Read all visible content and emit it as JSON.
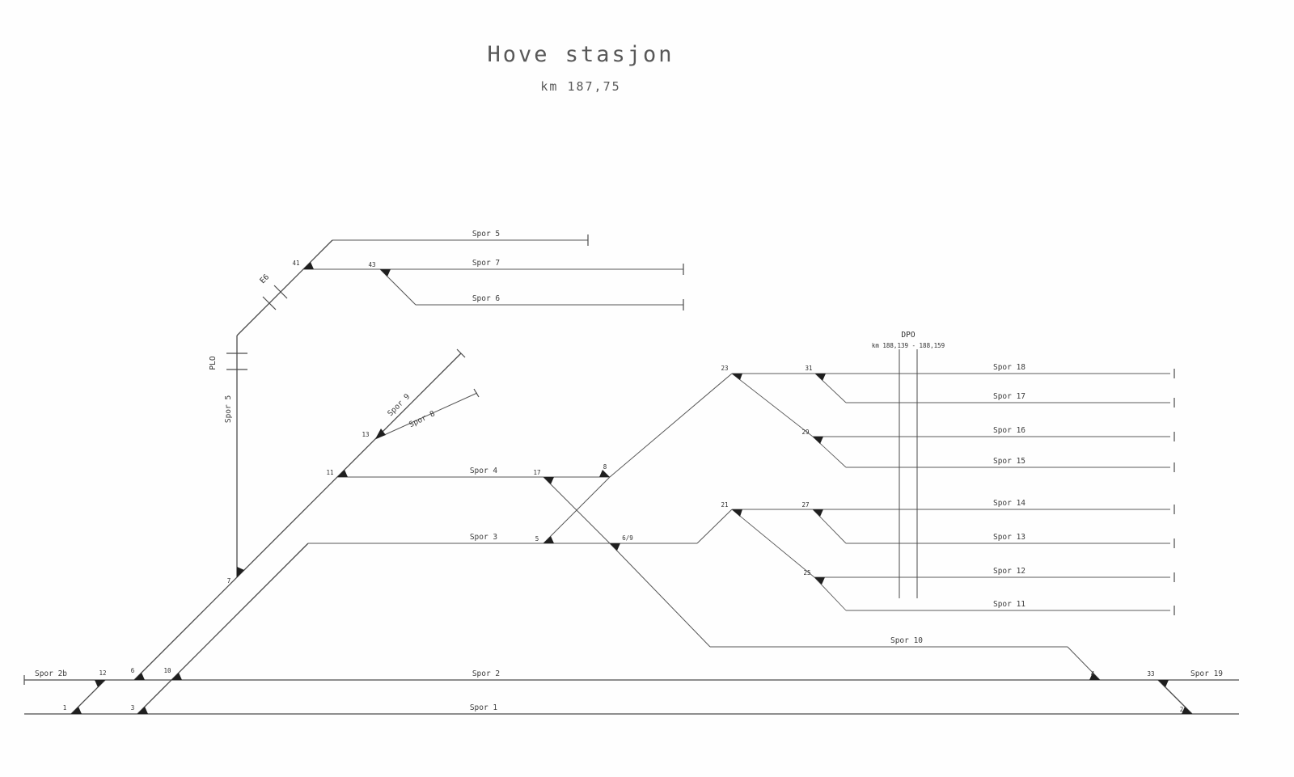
{
  "title": {
    "text": "Hove stasjon",
    "km": "km 187,75"
  },
  "annotations": {
    "plo": "PLO",
    "e6": "E6",
    "dpo": "DPO",
    "dpo_km": "km 188,139 - 188,159"
  },
  "tracks": {
    "spor1": "Spor 1",
    "spor2": "Spor 2",
    "spor2b": "Spor 2b",
    "spor3": "Spor 3",
    "spor4": "Spor 4",
    "spor5": "Spor 5",
    "spor6": "Spor 6",
    "spor7": "Spor 7",
    "spor8": "Spor 8",
    "spor9": "Spor 9",
    "spor10": "Spor 10",
    "spor11": "Spor 11",
    "spor12": "Spor 12",
    "spor13": "Spor 13",
    "spor14": "Spor 14",
    "spor15": "Spor 15",
    "spor16": "Spor 16",
    "spor17": "Spor 17",
    "spor18": "Spor 18",
    "spor19": "Spor 19"
  },
  "switches": {
    "s1": "1",
    "s2": "2",
    "s3": "3",
    "s4": "4",
    "s5": "5",
    "s6": "6",
    "s7": "7",
    "s8": "8",
    "s10": "10",
    "s11": "11",
    "s12": "12",
    "s13": "13",
    "s17": "17",
    "s21": "21",
    "s23": "23",
    "s25": "25",
    "s27": "27",
    "s29": "29",
    "s31": "31",
    "s33": "33",
    "s41": "41",
    "s43": "43",
    "s69": "6/9"
  },
  "colors": {
    "line": "#4b4b4b",
    "text": "#3c3c3c",
    "background": "#fefefe"
  }
}
